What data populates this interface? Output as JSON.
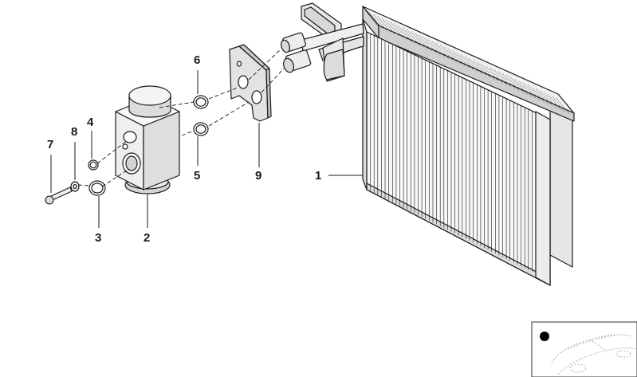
{
  "callouts": {
    "evaporator": "1",
    "expansion_valve": "2",
    "large_o_ring": "3",
    "small_o_ring": "4",
    "o_ring_lower": "5",
    "o_ring_upper": "6",
    "bolt": "7",
    "washer": "8",
    "gasket_plate": "9"
  },
  "icons": {
    "locator": "car-locator-icon",
    "marker": "location-dot-icon"
  },
  "colors": {
    "line": "#1a1a1a",
    "fill_light": "#f4f4f4",
    "fill_mid": "#dcdcdc",
    "fill_dark": "#b9b9b9"
  }
}
